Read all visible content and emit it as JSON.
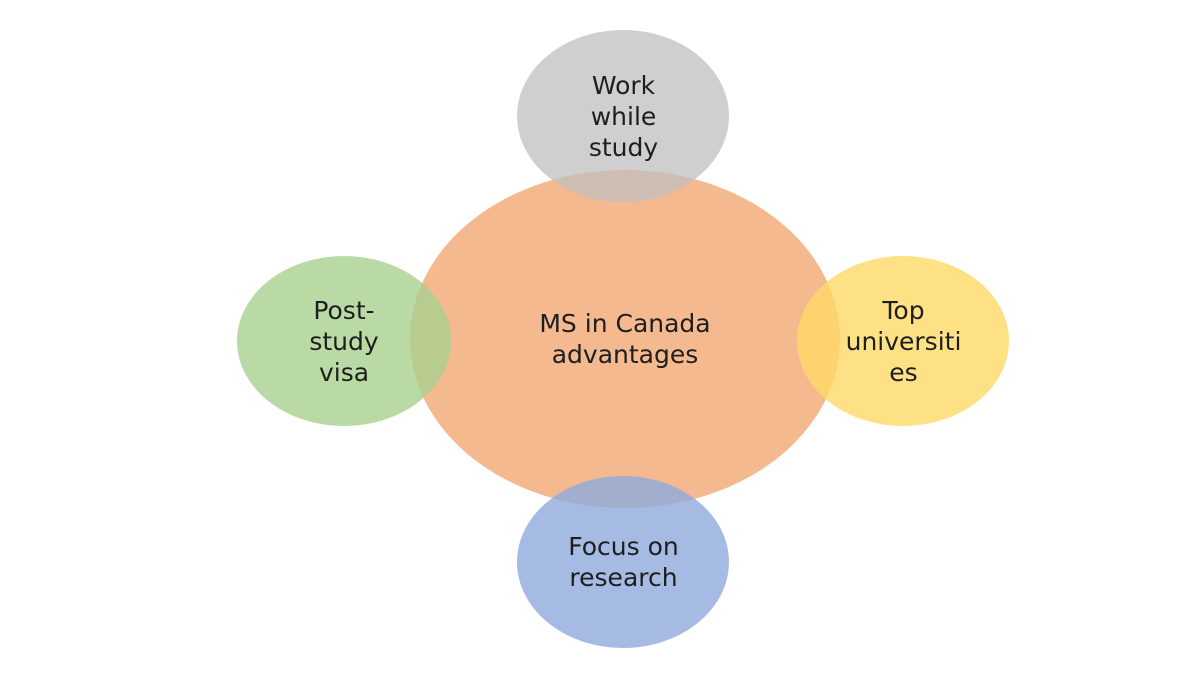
{
  "diagram": {
    "center": {
      "label": "MS in Canada\nadvantages",
      "color": "#f4b183",
      "opacity": 0.9
    },
    "nodes": [
      {
        "position": "top",
        "label": "Work\nwhile\nstudy",
        "color": "#bfbfbf",
        "opacity": 0.75
      },
      {
        "position": "left",
        "label": "Post-\nstudy\nvisa",
        "color": "#a9d18e",
        "opacity": 0.8
      },
      {
        "position": "right",
        "label": "Top\nuniversiti\nes",
        "color": "#ffd966",
        "opacity": 0.8
      },
      {
        "position": "bottom",
        "label": "Focus on\nresearch",
        "color": "#8faadc",
        "opacity": 0.8
      }
    ]
  }
}
